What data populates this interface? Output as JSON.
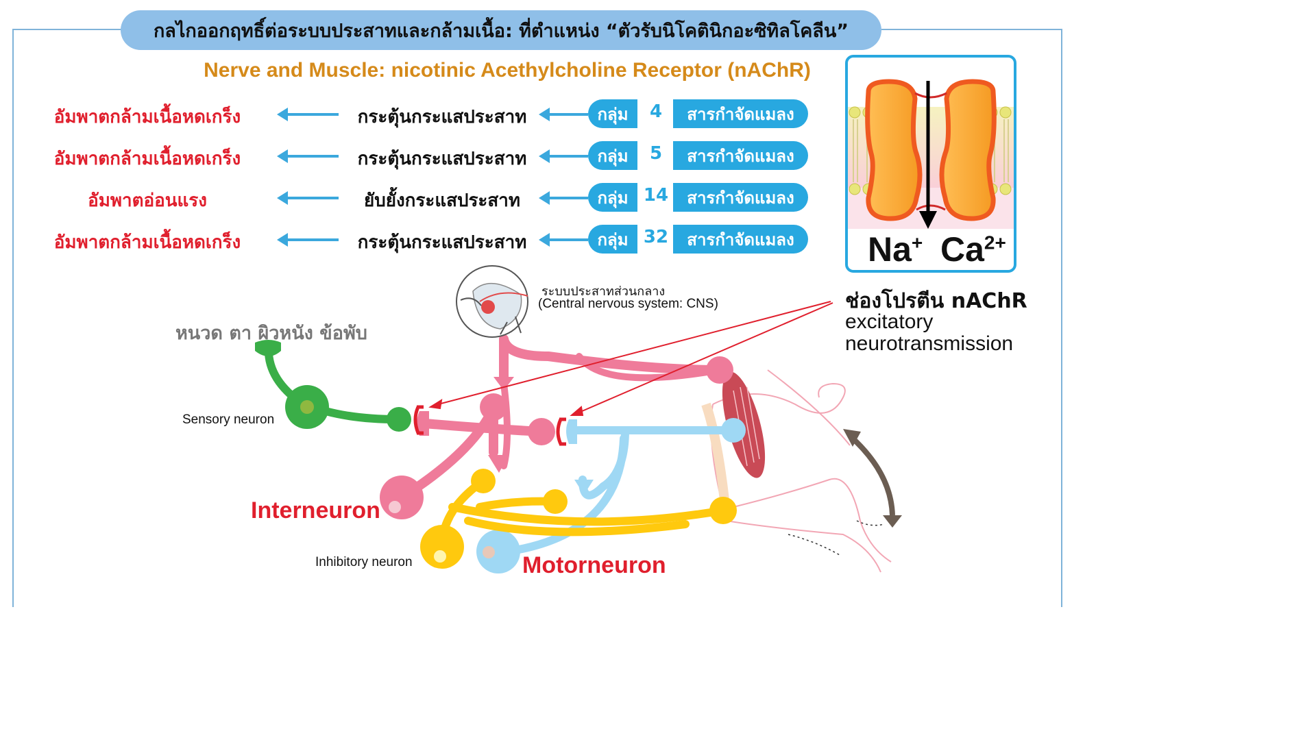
{
  "title": "กลไกออกฤทธิ์ต่อระบบประสาทและกล้ามเนื้อ: ที่ตำแหน่ง “ตัวรับนิโคตินิกอะซิทิลโคลีน”",
  "subtitle": "Nerve and Muscle: nicotinic Acethylcholine Receptor (nAChR)",
  "rows": [
    {
      "effect": "อัมพาตกล้ามเนื้อหดเกร็ง",
      "action": "กระตุ้นกระแสประสาท",
      "group_label": "กลุ่ม",
      "group_num": "4",
      "insecticide": "สารกำจัดแมลง"
    },
    {
      "effect": "อัมพาตกล้ามเนื้อหดเกร็ง",
      "action": "กระตุ้นกระแสประสาท",
      "group_label": "กลุ่ม",
      "group_num": "5",
      "insecticide": "สารกำจัดแมลง"
    },
    {
      "effect": "อัมพาตอ่อนแรง",
      "action": "ยับยั้งกระแสประสาท",
      "group_label": "กลุ่ม",
      "group_num": "14",
      "insecticide": "สารกำจัดแมลง"
    },
    {
      "effect": "อัมพาตกล้ามเนื้อหดเกร็ง",
      "action": "กระตุ้นกระแสประสาท",
      "group_label": "กลุ่ม",
      "group_num": "32",
      "insecticide": "สารกำจัดแมลง"
    }
  ],
  "channel": {
    "ion1": "Na",
    "ion1_charge": "+",
    "ion2": "Ca",
    "ion2_charge": "2+",
    "caption": "ช่องโปรตีน nAChR",
    "desc1": "excitatory",
    "desc2": "neurotransmission"
  },
  "diagram": {
    "cns_th": "ระบบประสาทส่วนกลาง",
    "cns_en": "(Central nervous system: CNS)",
    "sense_sites": "หนวด ตา ผิวหนัง ข้อพับ",
    "sensory": "Sensory neuron",
    "interneuron": "Interneuron",
    "inhibitory": "Inhibitory neuron",
    "motorneuron": "Motorneuron"
  },
  "colors": {
    "title_bg": "#8fbfe8",
    "accent_blue": "#28a8e0",
    "effect_red": "#e01f2d",
    "subtitle_orange": "#d58a1a",
    "sensory_green": "#3aae48",
    "inter_pink": "#ef7b9a",
    "motor_blue": "#9fd8f4",
    "inhib_yellow": "#ffc90e"
  }
}
